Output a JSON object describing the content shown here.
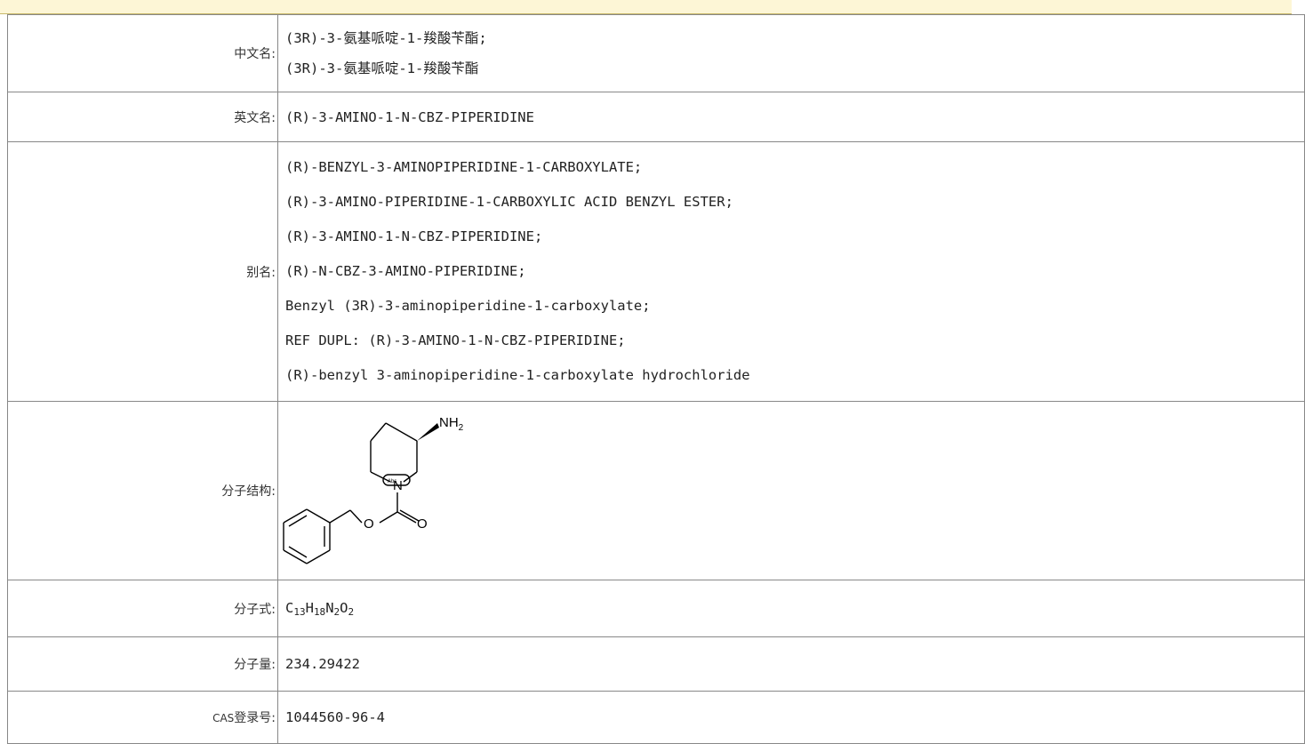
{
  "rows": {
    "cn": {
      "label": "中文名:",
      "lines": [
        "(3R)-3-氨基哌啶-1-羧酸苄酯;",
        "(3R)-3-氨基哌啶-1-羧酸苄酯"
      ]
    },
    "en": {
      "label": "英文名:",
      "value": "(R)-3-AMINO-1-N-CBZ-PIPERIDINE"
    },
    "alias": {
      "label": "别名:",
      "lines": [
        "(R)-BENZYL-3-AMINOPIPERIDINE-1-CARBOXYLATE;",
        "(R)-3-AMINO-PIPERIDINE-1-CARBOXYLIC ACID BENZYL ESTER;",
        "(R)-3-AMINO-1-N-CBZ-PIPERIDINE;",
        "(R)-N-CBZ-3-AMINO-PIPERIDINE;",
        "Benzyl (3R)-3-aminopiperidine-1-carboxylate;",
        "REF DUPL: (R)-3-AMINO-1-N-CBZ-PIPERIDINE;",
        "(R)-benzyl 3-aminopiperidine-1-carboxylate hydrochloride"
      ]
    },
    "structure": {
      "label": "分子结构:",
      "atom_nh2": "NH",
      "atom_nh2_sub": "2",
      "atom_n": "N",
      "atom_o1": "O",
      "atom_o2": "O",
      "abs_tag": "Abs"
    },
    "formula": {
      "label": "分子式:",
      "parts": [
        {
          "t": "C",
          "s": "13"
        },
        {
          "t": "H",
          "s": "18"
        },
        {
          "t": "N",
          "s": "2"
        },
        {
          "t": "O",
          "s": "2"
        }
      ]
    },
    "mw": {
      "label": "分子量:",
      "value": "234.29422"
    },
    "cas": {
      "label_prefix": "CAS",
      "label_rest": "登录号:",
      "value": "1044560-96-4"
    }
  }
}
